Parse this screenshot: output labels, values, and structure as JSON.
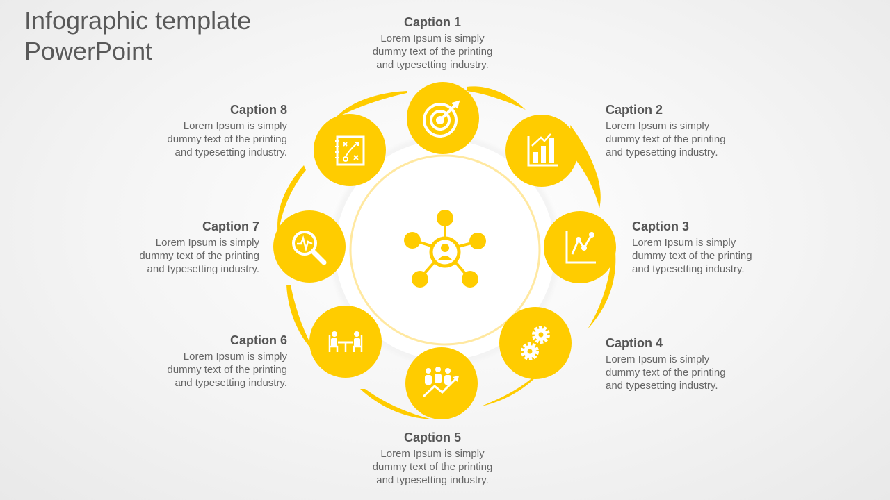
{
  "slide": {
    "title": "Infographic template PowerPoint",
    "accent_color": "#FFCC00",
    "hub_icon": "network-user-icon"
  },
  "captions": [
    {
      "title": "Caption 1",
      "text": "Lorem Ipsum  is simply dummy text of the printing and typesetting industry.",
      "icon": "target-icon"
    },
    {
      "title": "Caption 2",
      "text": "Lorem Ipsum  is simply dummy  text of the printing and typesetting industry.",
      "icon": "bar-chart-growth-icon"
    },
    {
      "title": "Caption 3",
      "text": "Lorem Ipsum  is simply dummy  text of the printing and typesetting industry.",
      "icon": "line-chart-icon"
    },
    {
      "title": "Caption 4",
      "text": "Lorem Ipsum  is simply dummy  text of the printing and typesetting industry.",
      "icon": "gears-icon"
    },
    {
      "title": "Caption 5",
      "text": "Lorem Ipsum  is simply dummy  text of the printing and typesetting industry.",
      "icon": "team-growth-icon"
    },
    {
      "title": "Caption 6",
      "text": "Lorem Ipsum  is simply dummy  text of the printing and typesetting industry.",
      "icon": "meeting-icon"
    },
    {
      "title": "Caption 7",
      "text": "Lorem Ipsum  is simply dummy  text of the printing and typesetting industry.",
      "icon": "search-analytics-icon"
    },
    {
      "title": "Caption 8",
      "text": "Lorem Ipsum  is simply dummy  text of the printing and typesetting industry.",
      "icon": "strategy-board-icon"
    }
  ]
}
